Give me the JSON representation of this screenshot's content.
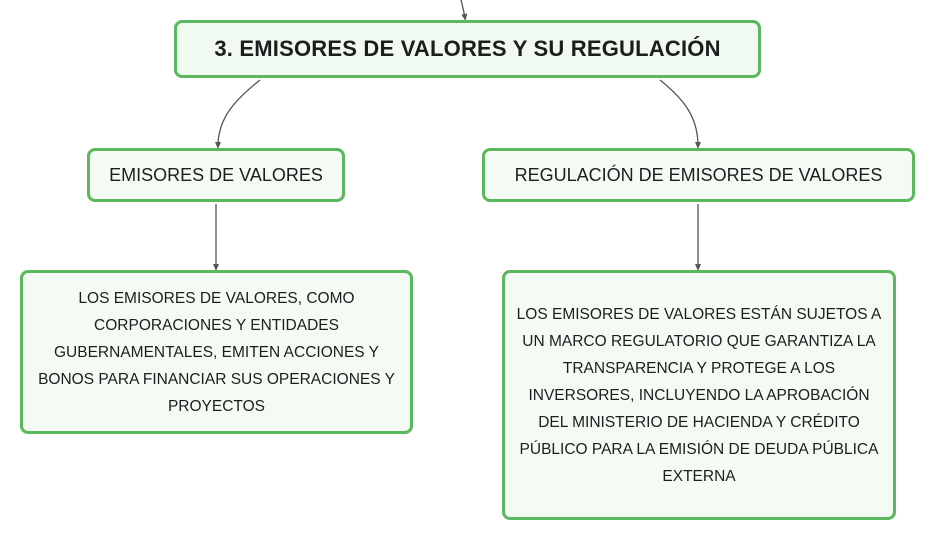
{
  "main_topic": {
    "title": "3. EMISORES DE VALORES Y SU REGULACIÓN"
  },
  "branches": [
    {
      "label": "EMISORES DE VALORES",
      "detail": "LOS EMISORES DE VALORES, COMO CORPORACIONES Y ENTIDADES GUBERNAMENTALES, EMITEN ACCIONES Y BONOS PARA FINANCIAR SUS OPERACIONES Y PROYECTOS"
    },
    {
      "label": "REGULACIÓN DE EMISORES DE VALORES",
      "detail": "LOS EMISORES DE VALORES ESTÁN SUJETOS A UN MARCO REGULATORIO QUE GARANTIZA LA TRANSPARENCIA Y PROTEGE A LOS INVERSORES, INCLUYENDO LA APROBACIÓN DEL MINISTERIO DE HACIENDA Y CRÉDITO PÚBLICO PARA LA EMISIÓN DE DEUDA PÚBLICA EXTERNA"
    }
  ],
  "colors": {
    "border": "#5cb85c",
    "fill": "#f4fbf4",
    "connector": "#555555"
  }
}
